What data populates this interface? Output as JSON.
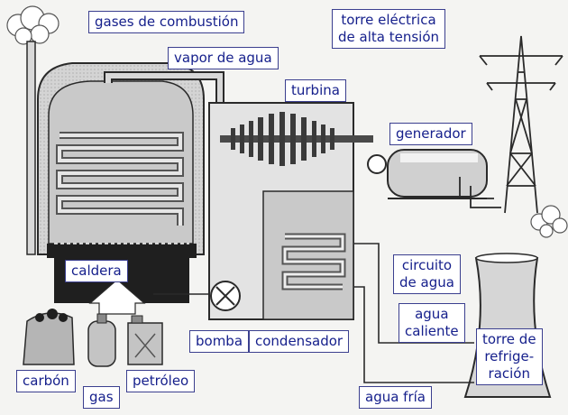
{
  "labels": {
    "gases_combustion": "gases de combustión",
    "vapor_agua": "vapor de agua",
    "torre_electrica": [
      "torre eléctrica",
      "de alta tensión"
    ],
    "turbina": "turbina",
    "generador": "generador",
    "caldera": "caldera",
    "circuito_agua": [
      "circuito",
      "de agua"
    ],
    "agua_caliente": [
      "agua",
      "caliente"
    ],
    "torre_refrigeracion": [
      "torre de",
      "refrige-",
      "ración"
    ],
    "bomba": "bomba",
    "condensador": "condensador",
    "carbon": "carbón",
    "gas": "gas",
    "petroleo": "petróleo",
    "agua_fria": "agua fría"
  },
  "colors": {
    "label_text": "#16208c",
    "label_border": "#3b3f8f",
    "line": "#2a2a2a",
    "boiler_fill": "#c9c9c9",
    "dark_fill": "#1f1f1f"
  }
}
